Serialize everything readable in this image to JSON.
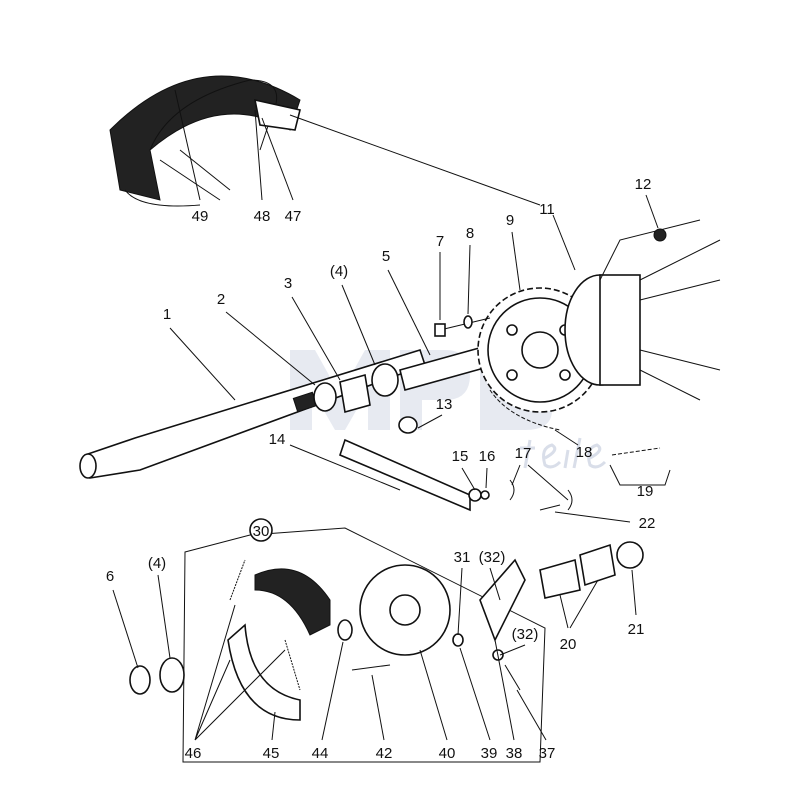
{
  "watermark": {
    "brand": "MPB",
    "sub": "teile"
  },
  "labels": {
    "p49": "49",
    "p48": "48",
    "p47": "47",
    "p11": "11",
    "p12": "12",
    "p7": "7",
    "p8": "8",
    "p9": "9",
    "p5": "5",
    "p4a": "(4)",
    "p3": "3",
    "p2": "2",
    "p1": "1",
    "p13": "13",
    "p14": "14",
    "p15": "15",
    "p16": "16",
    "p17": "17",
    "p18": "18",
    "p19": "19",
    "p22": "22",
    "p30": "30",
    "p31": "31",
    "p32a": "(32)",
    "p6": "6",
    "p4b": "(4)",
    "p20": "20",
    "p21": "21",
    "p32b": "(32)",
    "p46": "46",
    "p45": "45",
    "p44": "44",
    "p42": "42",
    "p40": "40",
    "p39": "39",
    "p38": "38",
    "p37": "37"
  }
}
